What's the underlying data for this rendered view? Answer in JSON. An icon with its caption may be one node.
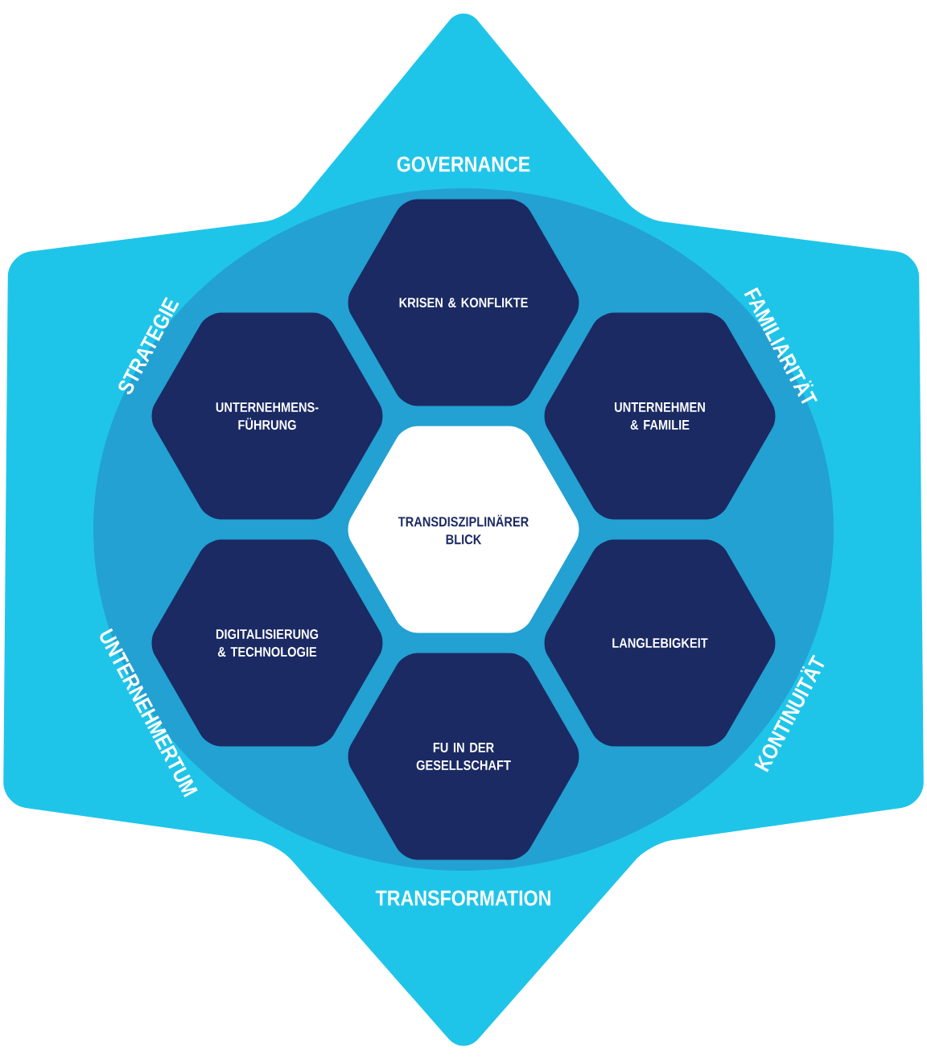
{
  "diagram": {
    "nodes": [
      {
        "text": [
          "KRISEN & KONFLIKTE"
        ]
      },
      {
        "text": [
          "UNTERNEHMENS-FÜHRUNG"
        ]
      },
      {
        "text": [
          "UNTERNEHMEN & FAMILIE"
        ]
      },
      {
        "text": [
          "TRANSDISZIPLINÄRER BLICK"
        ]
      },
      {
        "text": [
          "DIGITALISIERUNG & TECHNOLOGIE"
        ]
      },
      {
        "text": [
          "LANGLEBIGKEIT"
        ]
      },
      {
        "text": [
          "FU IN DER GESELLSCHAFT"
        ]
      }
    ],
    "edges": [],
    "labels": [
      "GOVERNANCE",
      "STRATEGIE",
      "FAMILIARITÄT",
      "UNTERNEHMERTUM",
      "KONTINUITÄT",
      "TRANSFORMATION"
    ]
  }
}
